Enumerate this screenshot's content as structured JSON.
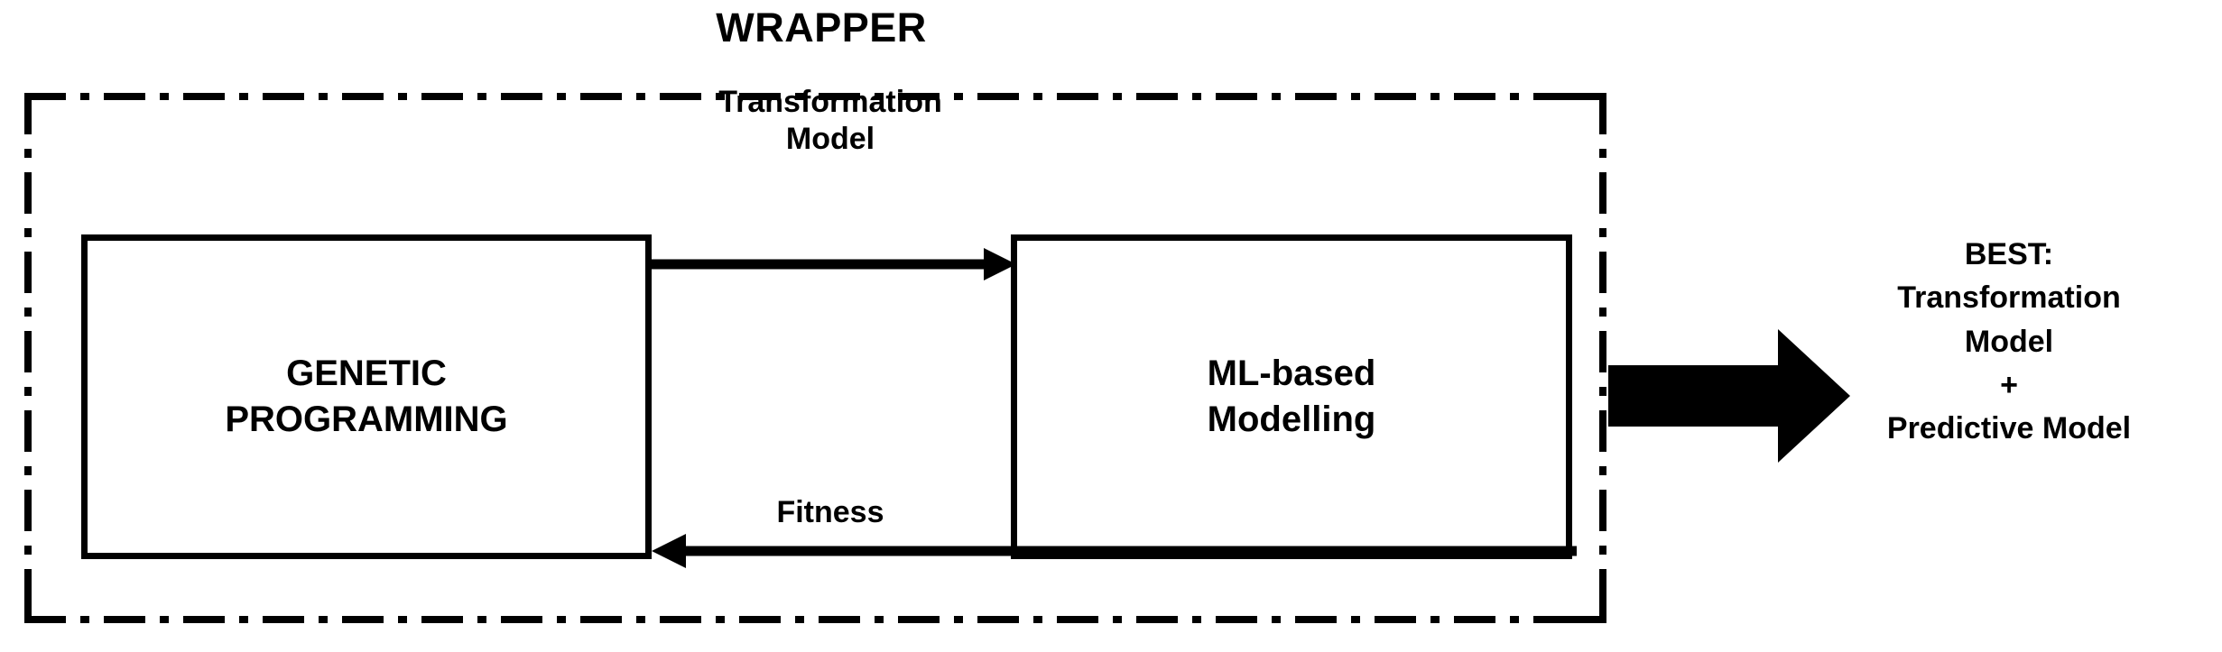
{
  "diagram": {
    "title": "WRAPPER",
    "background_color": "#FFFFFF",
    "stroke_color": "#000000",
    "boxes": [
      {
        "id": "genetic-programming",
        "label": "GENETIC\nPROGRAMMING"
      },
      {
        "id": "ml-based-modelling",
        "label": "ML-based\nModelling"
      }
    ],
    "flows": [
      {
        "id": "transformation-model",
        "label": "Transformation\nModel",
        "from": "genetic-programming",
        "to": "ml-based-modelling",
        "direction": "right"
      },
      {
        "id": "fitness",
        "label": "Fitness",
        "from": "ml-based-modelling",
        "to": "genetic-programming",
        "direction": "left"
      }
    ],
    "output": {
      "arrow_icon": "block-arrow-right-icon",
      "lines": [
        "BEST:",
        "Transformation",
        "Model",
        "+",
        "Predictive Model"
      ]
    }
  }
}
